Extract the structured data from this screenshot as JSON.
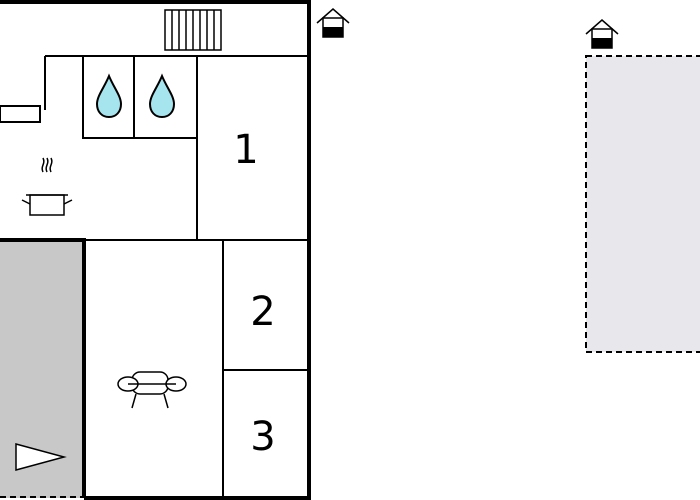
{
  "floorplan": {
    "rooms": [
      {
        "id": "bedroom-1",
        "label": "1"
      },
      {
        "id": "bedroom-2",
        "label": "2"
      },
      {
        "id": "bedroom-3",
        "label": "3"
      }
    ],
    "icons": {
      "radiator": "radiator-icon",
      "water_drop": "water-drop-icon",
      "kitchen": "cooking-pot-icon",
      "sofa": "sofa-icon",
      "entrance": "entrance-arrow-icon",
      "house": "house-icon"
    },
    "colors": {
      "wall": "#000000",
      "terrace": "#c8c8c8",
      "outdoor_area": "#e8e8ec",
      "water": "#a6e4ee"
    }
  }
}
